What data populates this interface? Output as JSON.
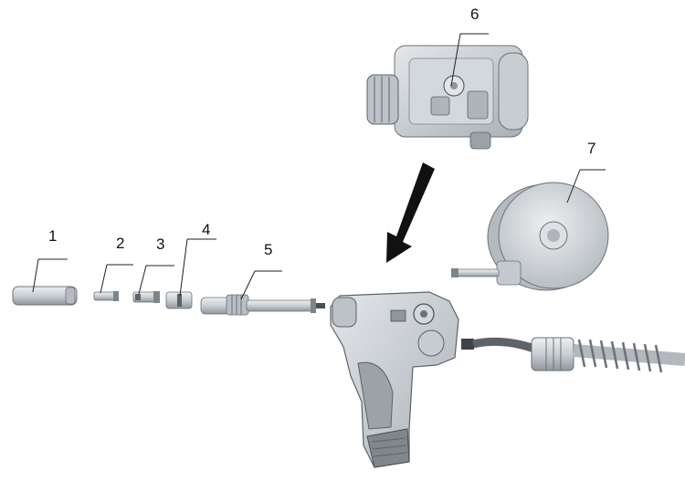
{
  "callouts": {
    "c1": "1",
    "c2": "2",
    "c3": "3",
    "c4": "4",
    "c5": "5",
    "c6": "6",
    "c7": "7"
  },
  "colors": {
    "part_fill": "#d9dde0",
    "part_shade": "#aeb4b9",
    "part_dark": "#4a4f54",
    "line": "#222222",
    "arrow": "#111111",
    "background": "#ffffff"
  }
}
